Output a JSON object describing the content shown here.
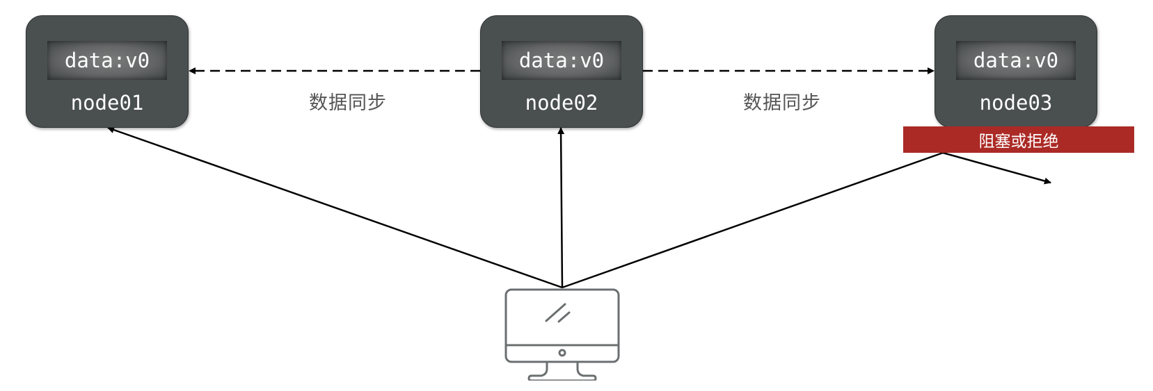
{
  "nodes": [
    {
      "name": "node01",
      "data": "data:v0"
    },
    {
      "name": "node02",
      "data": "data:v0"
    },
    {
      "name": "node03",
      "data": "data:v0"
    }
  ],
  "sync_labels": [
    "数据同步",
    "数据同步"
  ],
  "blocked_label": "阻塞或拒绝",
  "client": {
    "icon": "desktop-computer-icon"
  },
  "colors": {
    "node_bg": "#4a4f50",
    "badge_bg": "#ab2a26",
    "line": "#000000",
    "icon_stroke": "#6b6f70"
  }
}
